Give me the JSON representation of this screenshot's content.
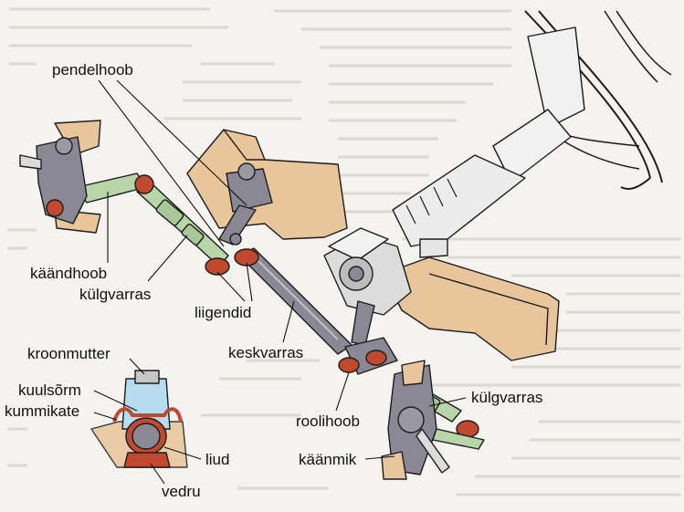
{
  "labels": {
    "pendelhoob": "pendelhoob",
    "kaandhoob": "käändhoob",
    "kulgvarras_left": "külgvarras",
    "liigendid": "liigendid",
    "keskvarras": "keskvarras",
    "roolihoob": "roolihoob",
    "kulgvarras_right": "külgvarras",
    "kaanmik": "käänmik",
    "kroonmutter": "kroonmutter",
    "kuulsorm": "kuulsõrm",
    "kummikate": "kummikate",
    "liud": "liud",
    "vedru": "vedru"
  },
  "colors": {
    "paper": "#f4f3ef",
    "frame_tan": "#e8c59b",
    "rod_green": "#b9d6a8",
    "joint_red": "#c0492f",
    "metal_grey": "#8a8894",
    "steel_light": "#dcdcdc",
    "ink": "#1c1c1c"
  }
}
